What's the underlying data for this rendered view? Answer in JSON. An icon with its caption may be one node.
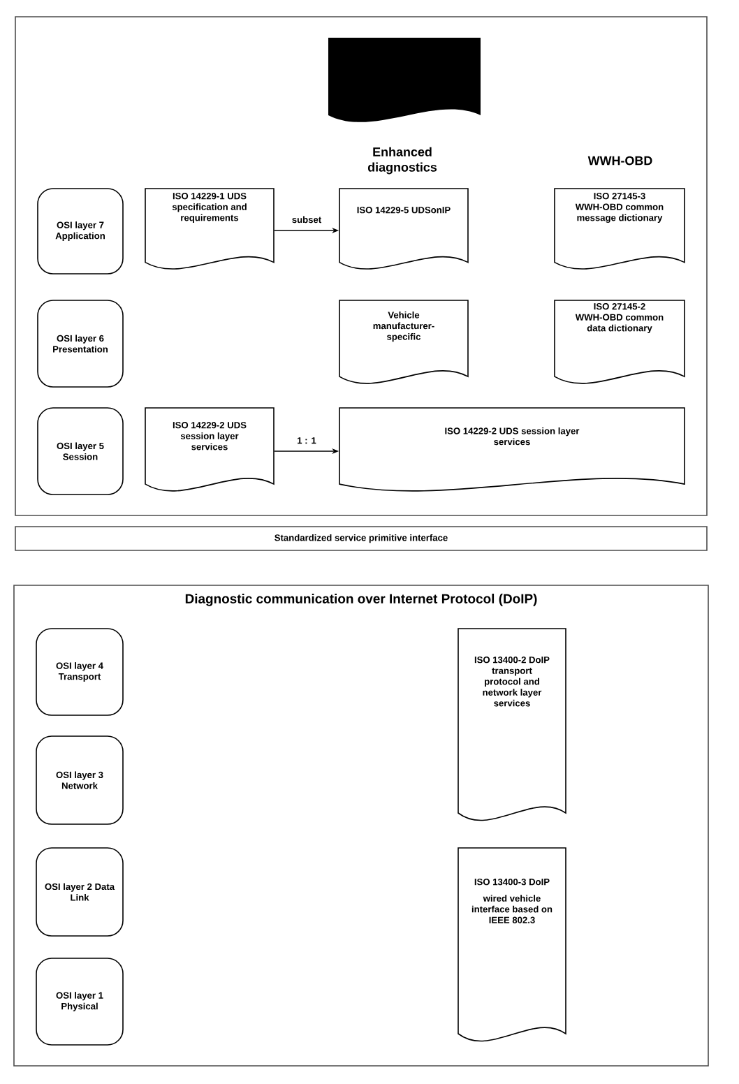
{
  "diagram": {
    "nodes": [
      {
        "text": [],
        "shape": "box"
      },
      {
        "text": [],
        "shape": "document",
        "in": 0
      },
      {
        "text": [
          "OSI layer 7 Application"
        ],
        "in": 0
      },
      {
        "text": [
          "ISO 14229-1 UDS specification and requirements"
        ],
        "in": 0
      },
      {
        "text": [
          "ISO 14229-5 UDSonIP"
        ],
        "in": 0
      },
      {
        "text": [
          "ISO 27145-3 WWH-OBD common message dictionary"
        ],
        "in": 0
      },
      {
        "text": [
          "OSI layer 6 Presentation"
        ],
        "in": 0
      },
      {
        "text": [
          "Vehicle manufacturer-specific"
        ],
        "in": 0
      },
      {
        "text": [
          "ISO 27145-2 WWH-OBD common data dictionary"
        ],
        "in": 0
      },
      {
        "text": [
          "OSI layer 5 Session"
        ],
        "in": 0
      },
      {
        "text": [
          "ISO 14229-2 UDS session layer services"
        ],
        "in": 0
      },
      {
        "text": [
          "ISO 14229-2 UDS session layer services"
        ],
        "in": 0
      },
      {
        "text": [
          "Standardized service primitive interface"
        ]
      },
      {
        "text": [
          "Diagnostic communication over Internet Protocol (DoIP)"
        ]
      },
      {
        "text": [
          "OSI layer 4 Transport"
        ],
        "in": 13
      },
      {
        "text": [
          "OSI layer 3 Network"
        ],
        "in": 13
      },
      {
        "text": [
          "ISO 13400-2 DoIP transport protocol and network layer services"
        ],
        "in": 13
      },
      {
        "text": [
          "OSI layer 2 Data Link"
        ],
        "in": 13
      },
      {
        "text": [
          "OSI layer 1 Physical"
        ],
        "in": 13
      },
      {
        "text": [
          "ISO 13400-3 DoIP",
          "wired vehicle interface based on IEEE 802.3"
        ],
        "in": 13
      }
    ],
    "edges": [
      {
        "from": 3,
        "to": 4,
        "arrow": "to",
        "label": "subset"
      },
      {
        "from": 10,
        "to": 11,
        "arrow": "to",
        "label": "1 : 1"
      }
    ],
    "labels": [
      "Enhanced diagnostics",
      "WWH-OBD"
    ]
  }
}
